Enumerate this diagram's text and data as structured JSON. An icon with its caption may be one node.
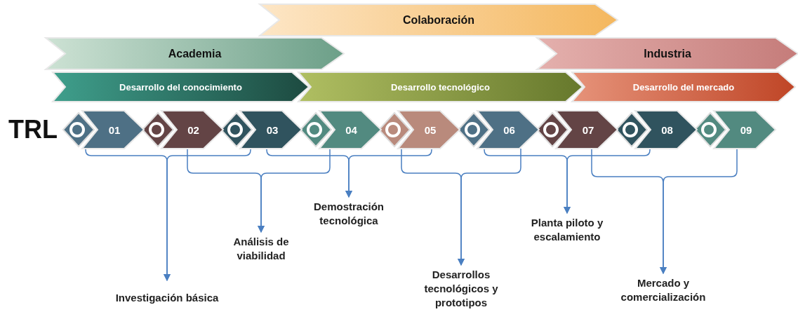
{
  "diagram": {
    "nodes": [
      {
        "text": [
          "Academia"
        ]
      },
      {
        "text": [
          "Colaboración"
        ]
      },
      {
        "text": [
          "Industria"
        ]
      },
      {
        "text": [
          "Desarrollo del conocimiento"
        ]
      },
      {
        "text": [
          "Desarrollo tecnológico"
        ]
      },
      {
        "text": [
          "Desarrollo del mercado"
        ]
      },
      {
        "text": [
          "01"
        ]
      },
      {
        "text": [
          "02"
        ]
      },
      {
        "text": [
          "03"
        ]
      },
      {
        "text": [
          "04"
        ]
      },
      {
        "text": [
          "05"
        ]
      },
      {
        "text": [
          "06"
        ]
      },
      {
        "text": [
          "07"
        ]
      },
      {
        "text": [
          "08"
        ]
      },
      {
        "text": [
          "09"
        ]
      },
      {
        "text": [
          "Investigación básica"
        ]
      },
      {
        "text": [
          "Análisis de viabilidad"
        ]
      },
      {
        "text": [
          "Demostración tecnológica"
        ]
      },
      {
        "text": [
          "Desarrollos tecnológicos y prototipos"
        ]
      },
      {
        "text": [
          "Planta piloto y escalamiento"
        ]
      },
      {
        "text": [
          "Mercado y comercialización"
        ]
      }
    ],
    "edges": [
      {
        "from": 6,
        "to": 15,
        "arrow": "to"
      },
      {
        "from": 8,
        "to": 15,
        "arrow": "to"
      },
      {
        "from": 7,
        "to": 16,
        "arrow": "to"
      },
      {
        "from": 9,
        "to": 16,
        "arrow": "to"
      },
      {
        "from": 8,
        "to": 17,
        "arrow": "to"
      },
      {
        "from": 10,
        "to": 17,
        "arrow": "to"
      },
      {
        "from": 10,
        "to": 18,
        "arrow": "to"
      },
      {
        "from": 11,
        "to": 18,
        "arrow": "to"
      },
      {
        "from": 11,
        "to": 19,
        "arrow": "to"
      },
      {
        "from": 13,
        "to": 19,
        "arrow": "to"
      },
      {
        "from": 12,
        "to": 20,
        "arrow": "to"
      },
      {
        "from": 14,
        "to": 20,
        "arrow": "to"
      }
    ],
    "labels": [
      "TRL"
    ]
  }
}
